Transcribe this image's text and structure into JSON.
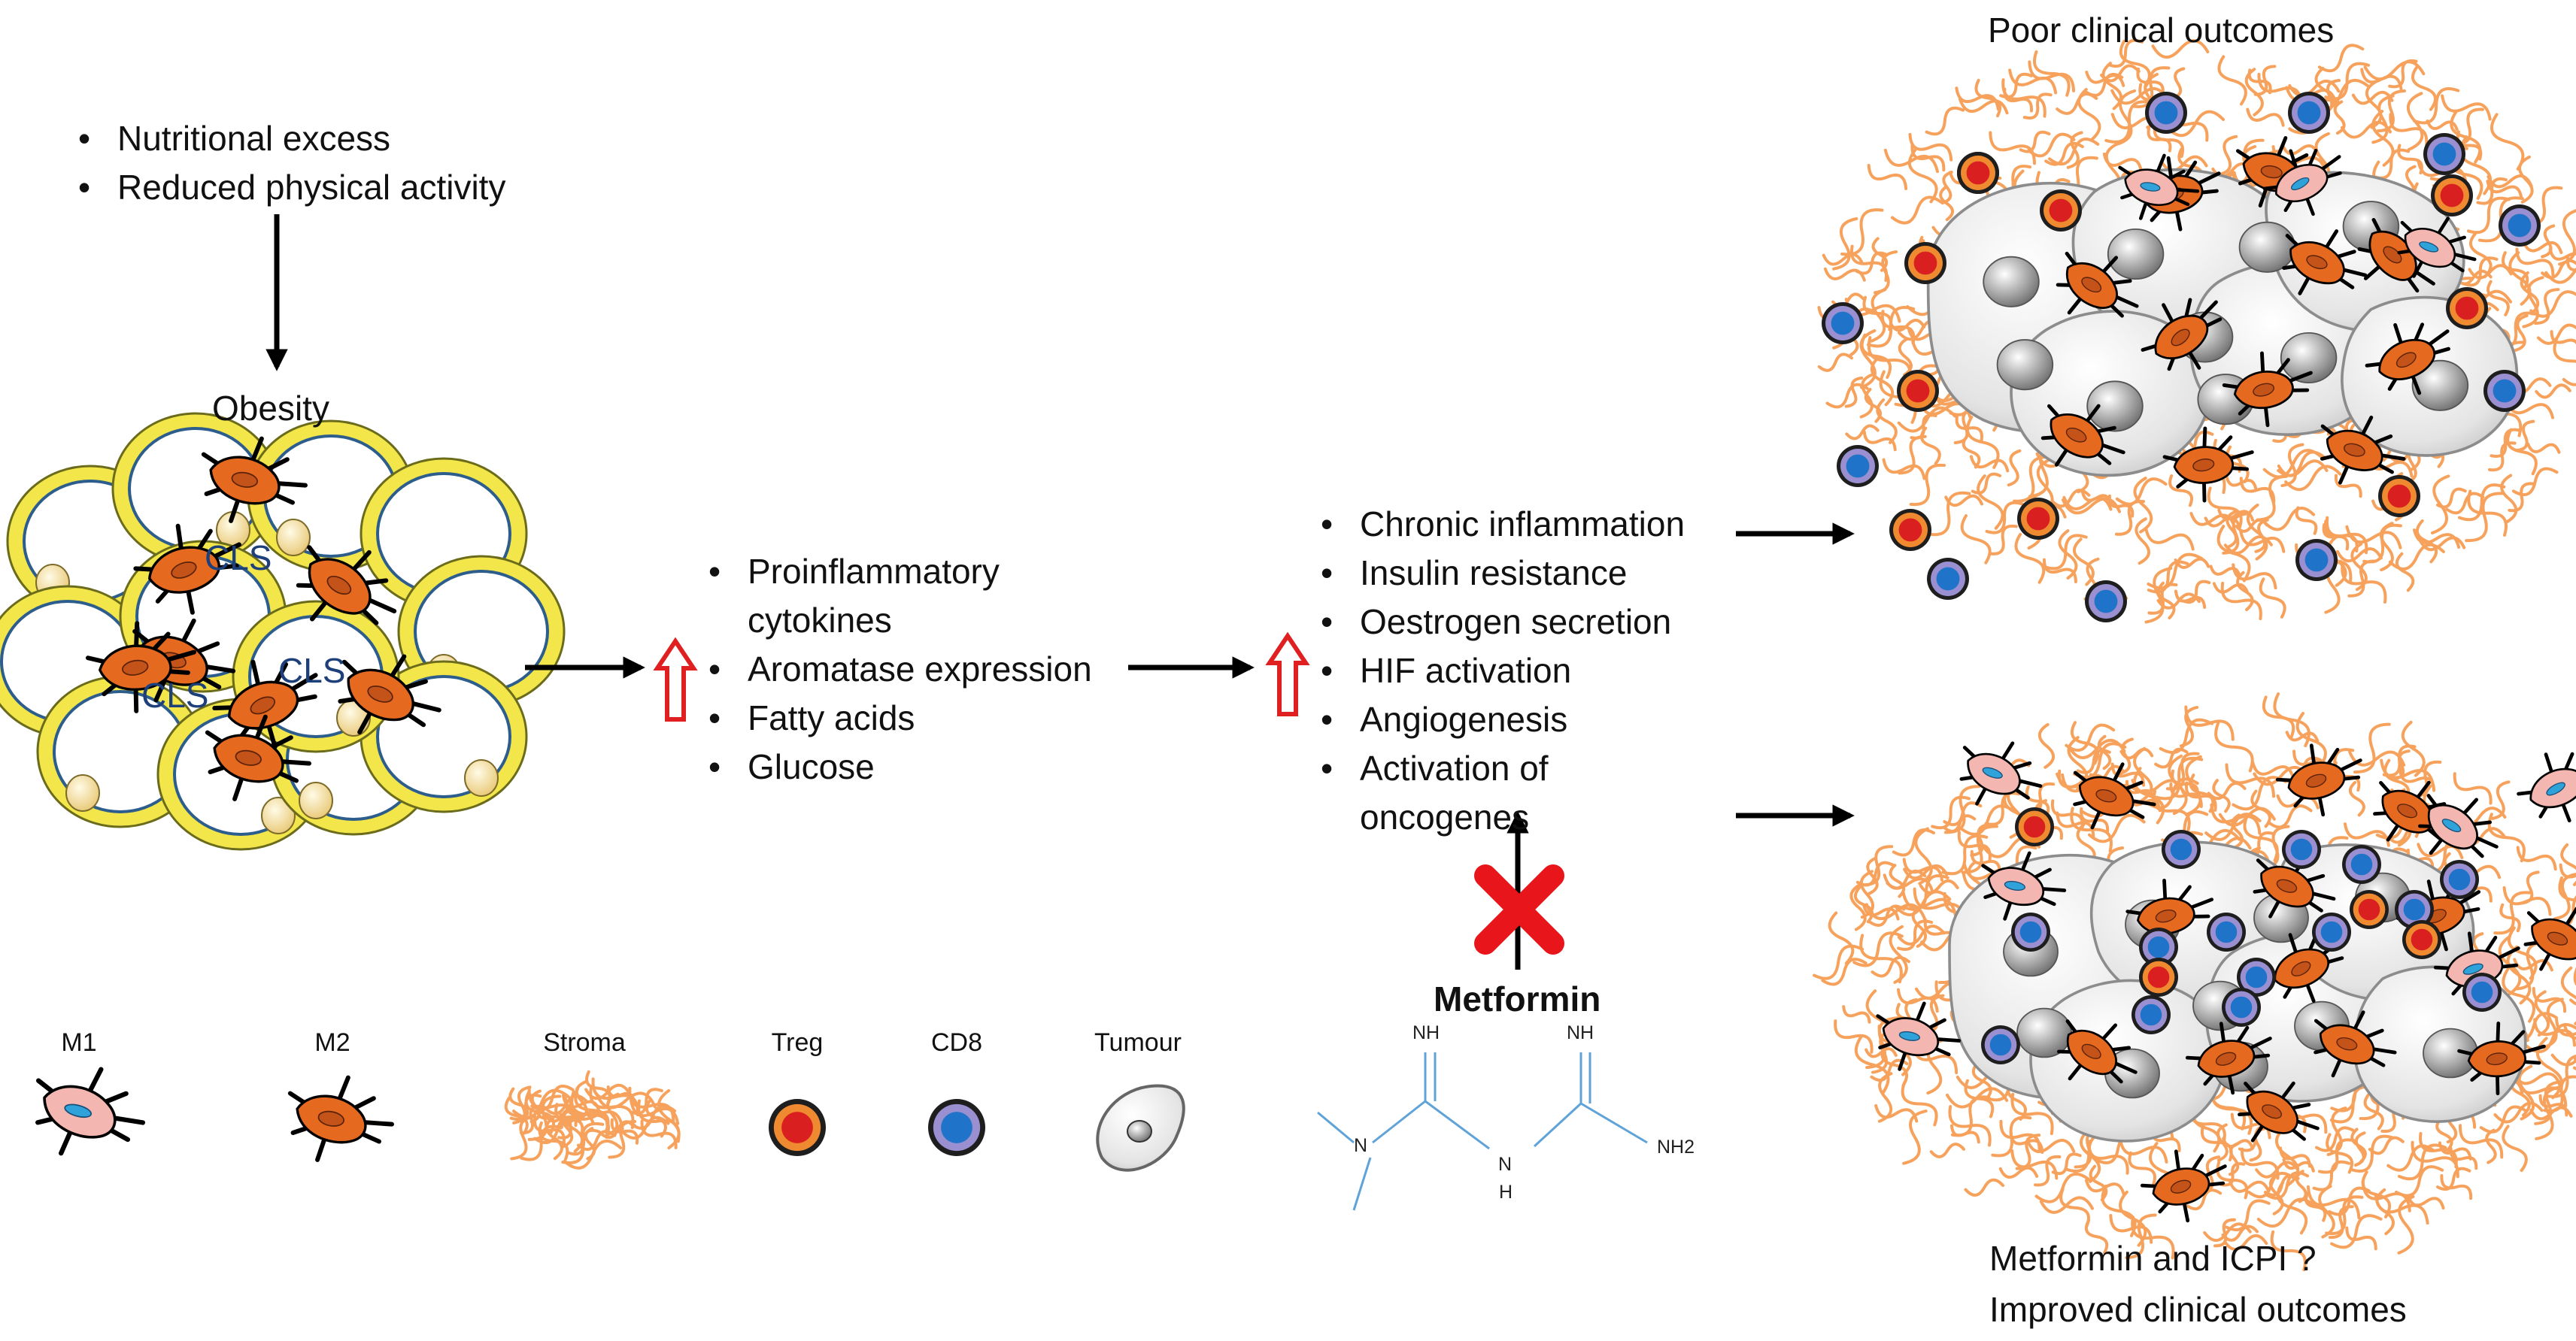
{
  "lifestyle": {
    "items": [
      "Nutritional excess",
      "Reduced physical activity"
    ]
  },
  "obesity": {
    "label": "Obesity",
    "cls_labels": [
      "CLS",
      "CLS",
      "CLS"
    ]
  },
  "mediators": {
    "items": [
      "Proinflammatory cytokines",
      "Aromatase expression",
      "Fatty acids",
      "Glucose"
    ],
    "line1": "Proinflammatory",
    "line1b": "cytokines"
  },
  "effects": {
    "items": [
      "Chronic inflammation",
      "Insulin resistance",
      "Oestrogen secretion",
      "HIF activation",
      "Angiogenesis",
      "Activation of oncogenes"
    ],
    "last_line1": "Activation of",
    "last_line2": "oncogenes"
  },
  "outcomes": {
    "poor": "Poor clinical outcomes",
    "treated_line1": "Metformin and ICPI ?",
    "treated_line2": "Improved clinical outcomes"
  },
  "metformin": {
    "label": "Metformin",
    "atoms": [
      "NH",
      "NH",
      "N",
      "N",
      "H",
      "NH2"
    ]
  },
  "legend": {
    "items": [
      {
        "label": "M1",
        "icon": "m1-macrophage-icon"
      },
      {
        "label": "M2",
        "icon": "m2-macrophage-icon"
      },
      {
        "label": "Stroma",
        "icon": "stroma-icon"
      },
      {
        "label": "Treg",
        "icon": "treg-cell-icon"
      },
      {
        "label": "CD8",
        "icon": "cd8-cell-icon"
      },
      {
        "label": "Tumour",
        "icon": "tumour-cell-icon"
      }
    ]
  },
  "colors": {
    "m1": "#f4b6b0",
    "m2": "#e5691f",
    "stroma": "#f7a25c",
    "treg": "#d91f1f",
    "cd8": "#1f73c9",
    "adipocyte_rim": "#f2e64b",
    "up_arrow": "#e02020",
    "block": "#e8151b",
    "chem": "#5fa3d8"
  }
}
